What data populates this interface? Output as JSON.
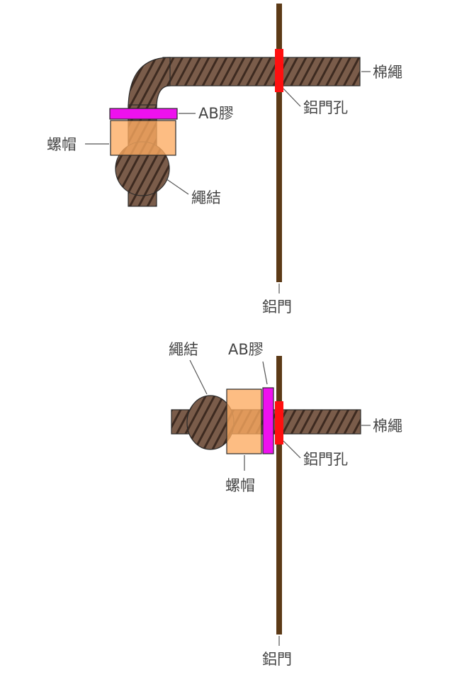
{
  "labels": {
    "cotton_rope": "棉繩",
    "aluminum_door_hole": "鋁門孔",
    "ab_glue": "AB膠",
    "nut": "螺帽",
    "rope_knot": "繩結",
    "aluminum_door": "鋁門"
  },
  "colors": {
    "door": "#5c3a17",
    "rope": "#7a5c4a",
    "rope_stripe": "#3d2a20",
    "hole": "#ff1010",
    "glue": "#ee11ee",
    "nut": "#fcaa60",
    "label": "#444444"
  },
  "icons": [
    "rope-icon",
    "nut-icon",
    "door-icon"
  ]
}
